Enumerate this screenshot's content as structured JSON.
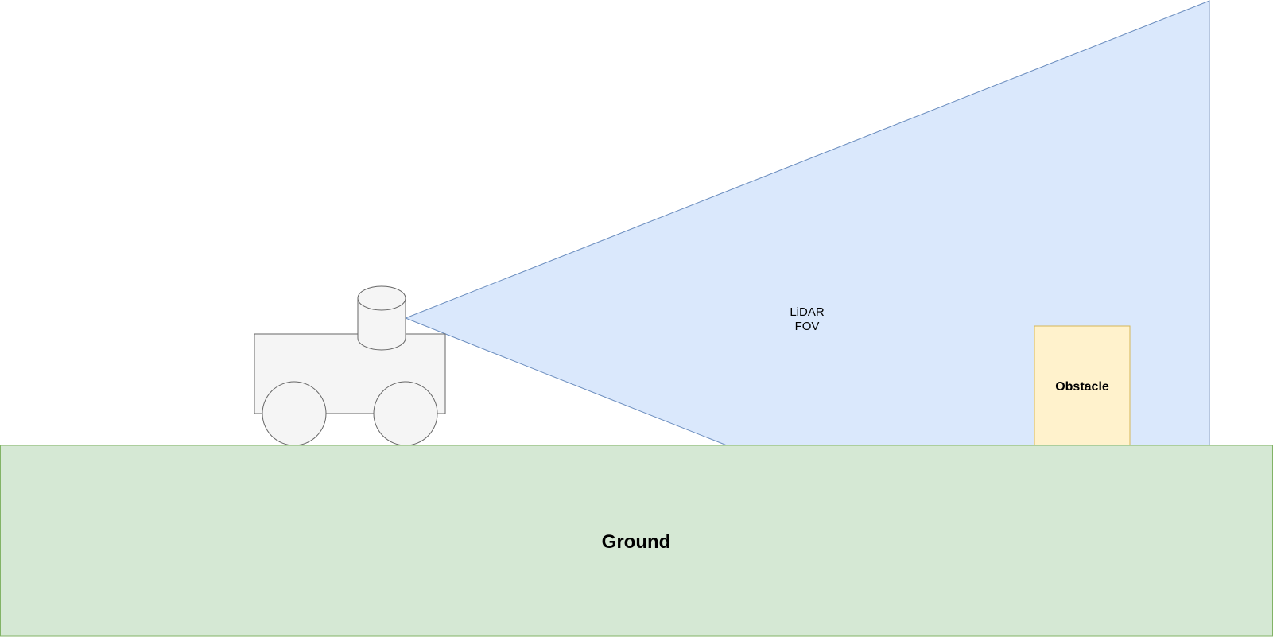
{
  "labels": {
    "fov_line1": "LiDAR",
    "fov_line2": "FOV",
    "obstacle": "Obstacle",
    "ground": "Ground"
  },
  "colors": {
    "fov_fill": "#dae8fc",
    "fov_stroke": "#6c8ebf",
    "obstacle_fill": "#fff2cc",
    "obstacle_stroke": "#d6b656",
    "ground_fill": "#d5e8d4",
    "ground_stroke": "#82b366",
    "robot_fill": "#f5f5f5",
    "robot_stroke": "#666666"
  }
}
